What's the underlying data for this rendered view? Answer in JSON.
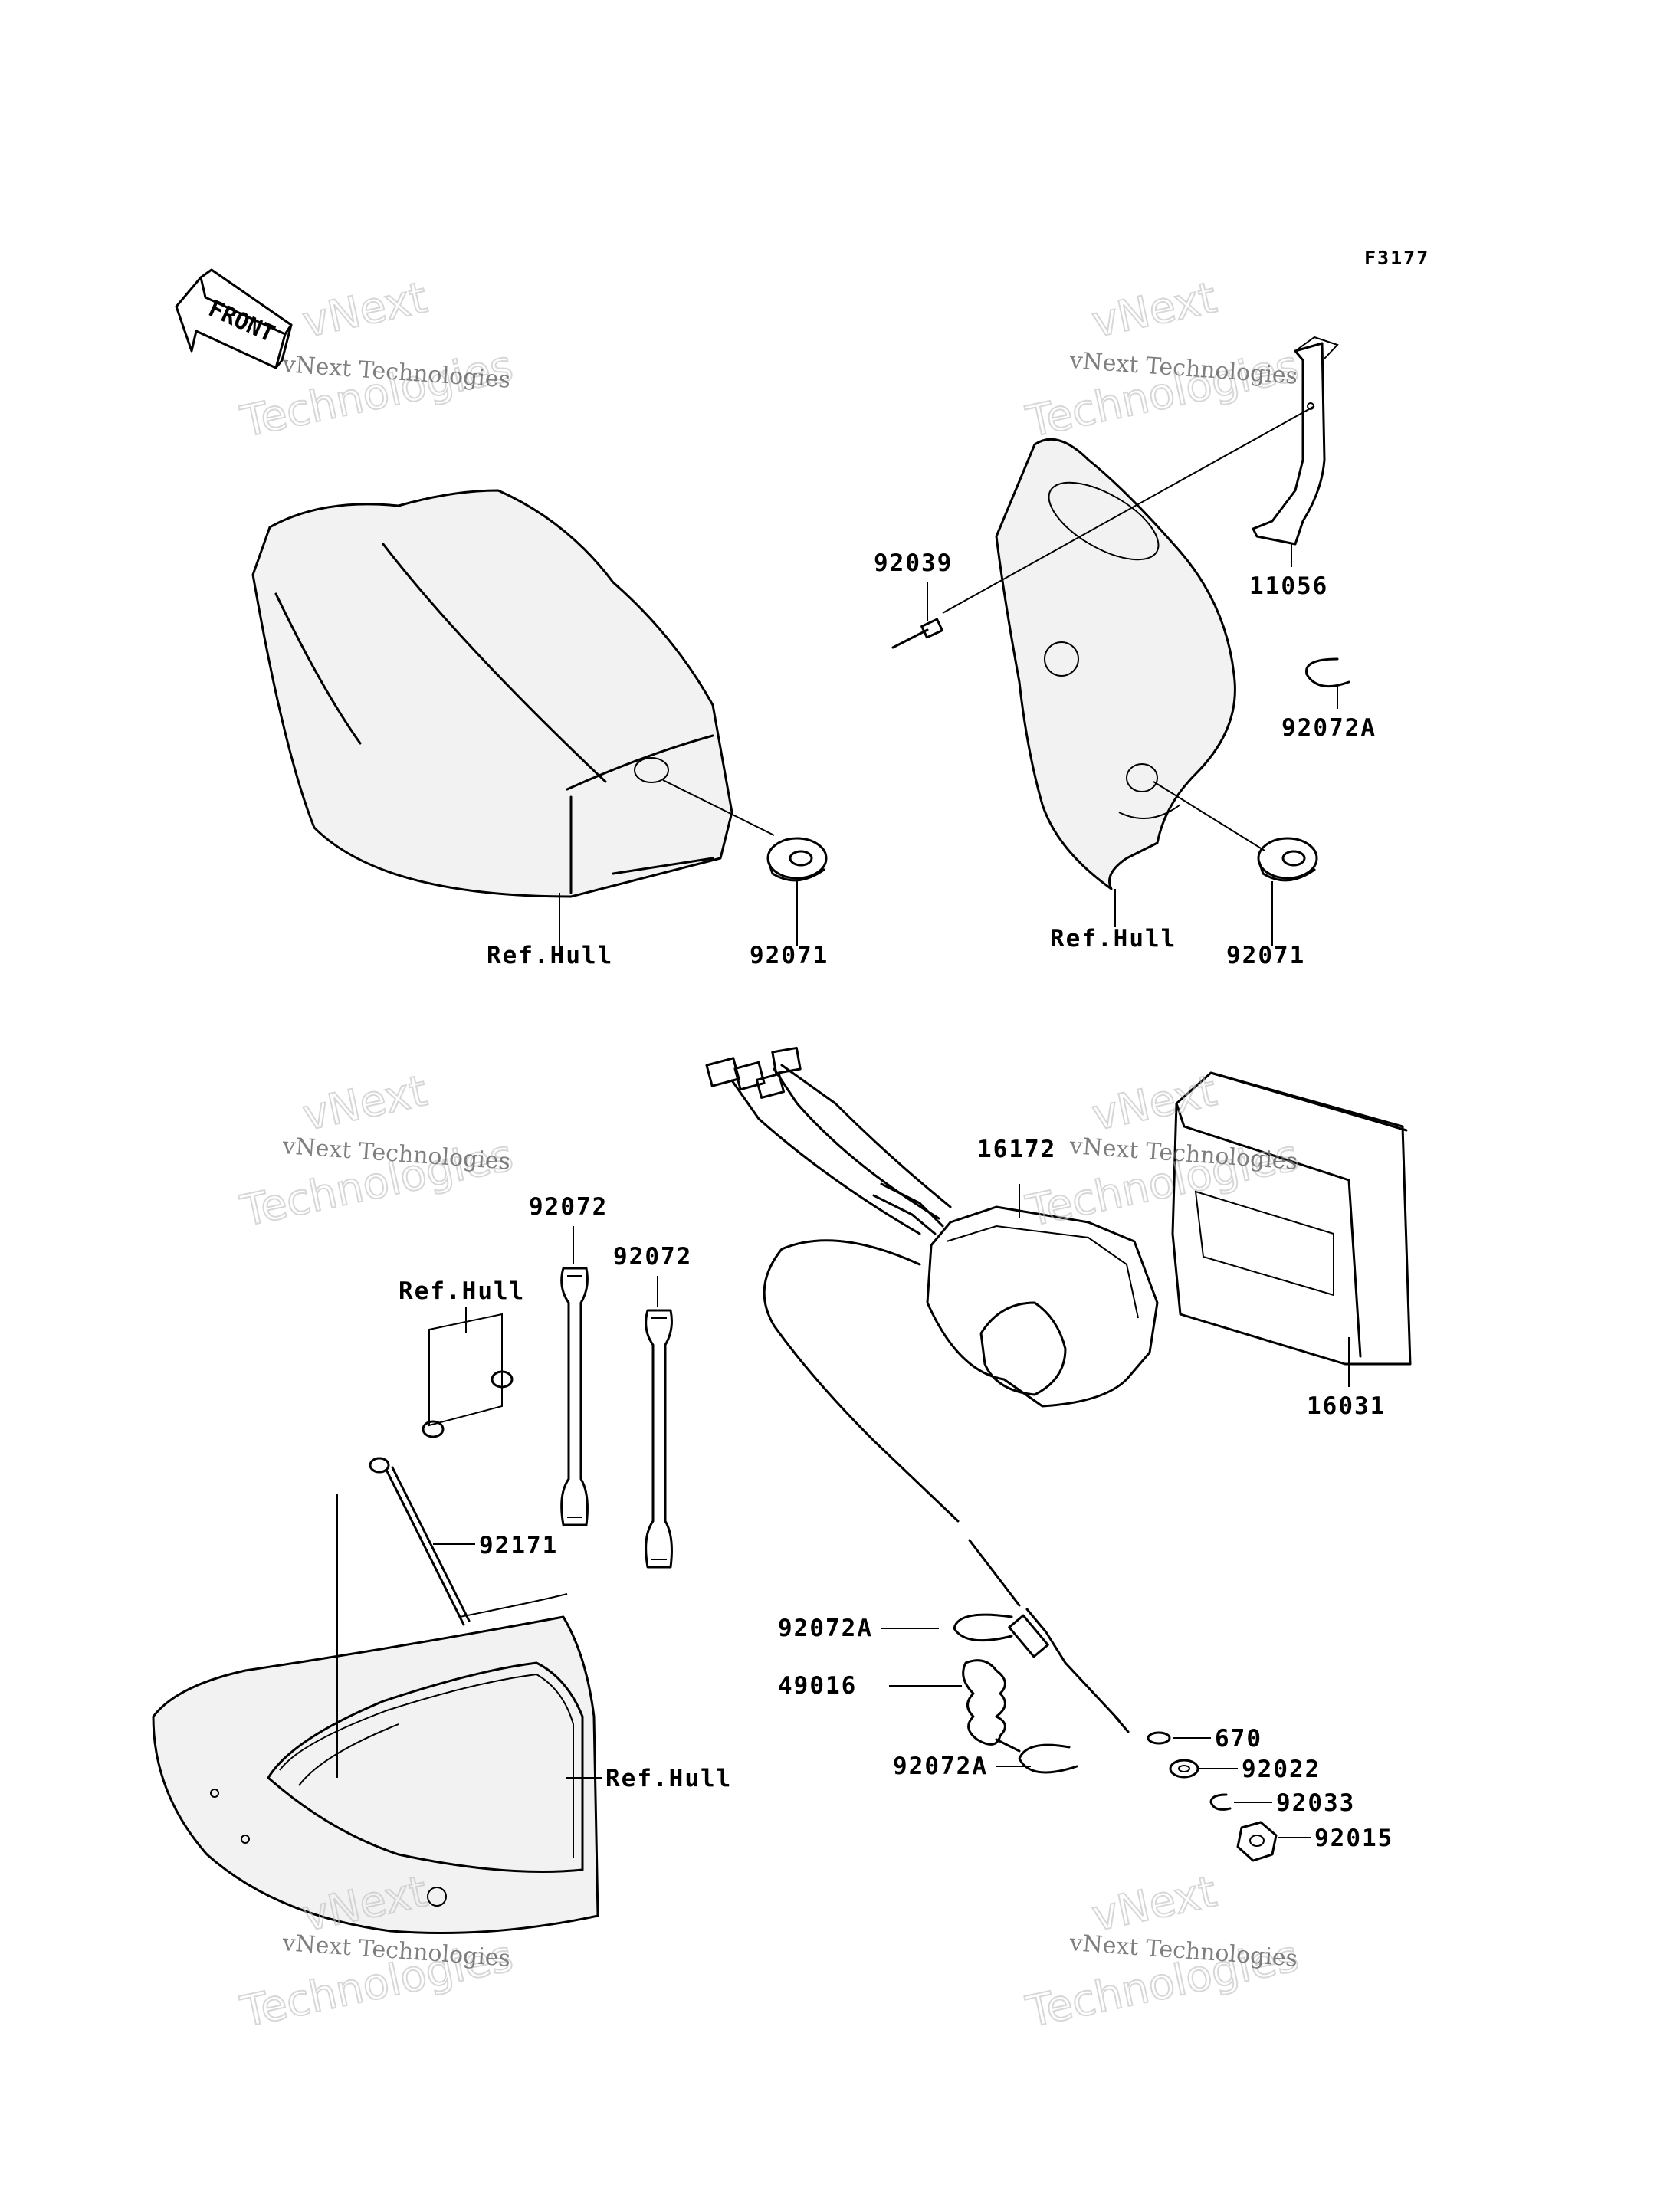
{
  "figure_code": "F3177",
  "front_arrow": {
    "label": "FRONT",
    "icon": "front-arrow-icon"
  },
  "watermark": {
    "line1": "vNext Technologies",
    "line2": "Technologies",
    "line3": "vNext"
  },
  "parts": {
    "p_92039": "92039",
    "p_11056": "11056",
    "p_92072A_top": "92072A",
    "p_92071_left": "92071",
    "p_92071_right": "92071",
    "p_refhull_left": "Ref.Hull",
    "p_refhull_right": "Ref.Hull",
    "p_16172": "16172",
    "p_16031": "16031",
    "p_92072_a": "92072",
    "p_92072_b": "92072",
    "p_refhull_lower": "Ref.Hull",
    "p_92171": "92171",
    "p_92072A_mid": "92072A",
    "p_49016": "49016",
    "p_92072A_low": "92072A",
    "p_670": "670",
    "p_92022": "92022",
    "p_92033": "92033",
    "p_92015": "92015",
    "p_refhull_bottom": "Ref.Hull"
  }
}
